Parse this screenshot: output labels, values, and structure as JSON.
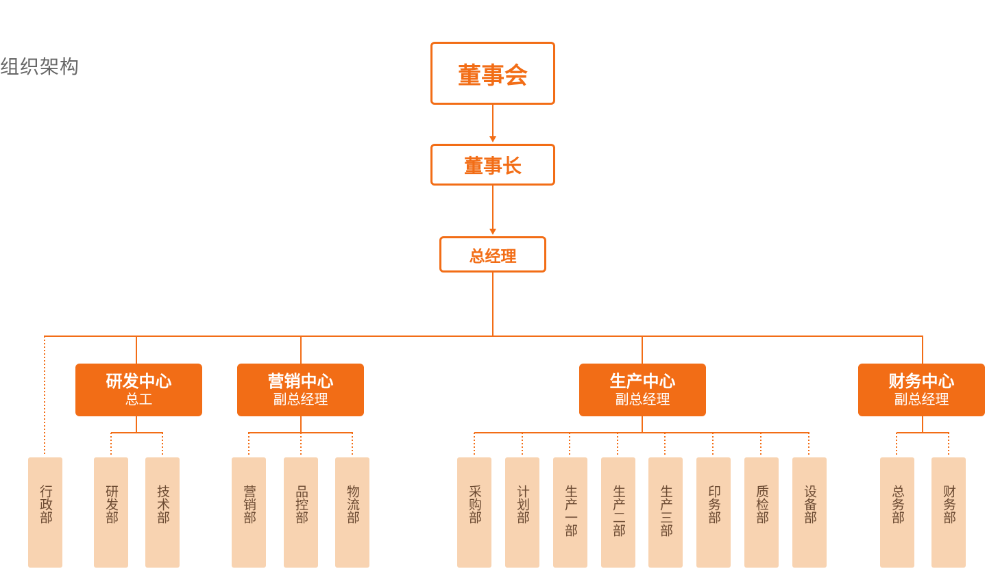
{
  "page_title": "组织架构",
  "top": {
    "board": "董事会",
    "chairman": "董事长",
    "general_manager": "总经理"
  },
  "centers": [
    {
      "name": "研发中心",
      "head": "总工"
    },
    {
      "name": "营销中心",
      "head": "副总经理"
    },
    {
      "name": "生产中心",
      "head": "副总经理"
    },
    {
      "name": "财务中心",
      "head": "副总经理"
    }
  ],
  "departments": [
    "行政部",
    "研发部",
    "技术部",
    "营销部",
    "品控部",
    "物流部",
    "采购部",
    "计划部",
    "生产一部",
    "生产二部",
    "生产三部",
    "印务部",
    "质检部",
    "设备部",
    "总务部",
    "财务部"
  ],
  "colors": {
    "accent": "#f26d16",
    "department_fill": "#f8d3b1",
    "department_text": "#6b4a32",
    "title_text": "#666666"
  }
}
